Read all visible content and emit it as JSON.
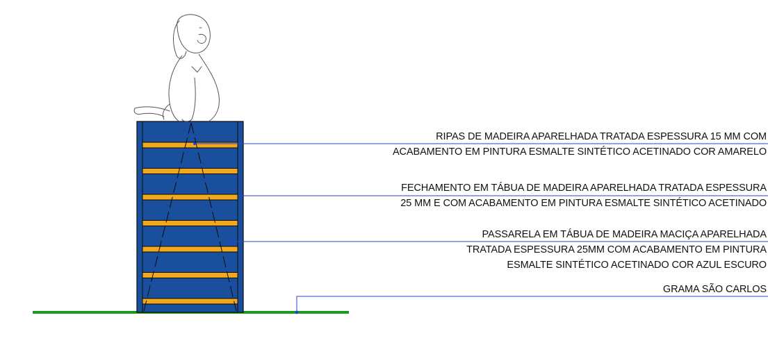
{
  "colors": {
    "structure_fill": "#1a4f9e",
    "structure_outline": "#0a0a0a",
    "slat_fill": "#f2a81d",
    "leader_line": "#2b3fd6",
    "ground_line": "#1c9a1c",
    "text": "#111111"
  },
  "labels": {
    "slats": {
      "line1": "RIPAS DE MADEIRA APARELHADA TRATADA ESPESSURA 15 MM COM",
      "line2": "ACABAMENTO EM PINTURA ESMALTE SINTÉTICO ACETINADO COR AMARELO"
    },
    "enclosure": {
      "line1": "FECHAMENTO EM TÁBUA DE MADEIRA APARELHADA TRATADA ESPESSURA",
      "line2": "25 MM E COM ACABAMENTO EM PINTURA ESMALTE SINTÉTICO ACETINADO"
    },
    "walkway": {
      "line1": "PASSARELA EM TÁBUA DE MADEIRA MACIÇA APARELHADA",
      "line2": "TRATADA ESPESSURA 25MM COM ACABAMENTO EM PINTURA",
      "line3": "ESMALTE SINTÉTICO ACETINADO COR AZUL ESCURO"
    },
    "grass": {
      "line1": "GRAMA SÃO CARLOS"
    }
  },
  "structure": {
    "slat_count": 7
  }
}
